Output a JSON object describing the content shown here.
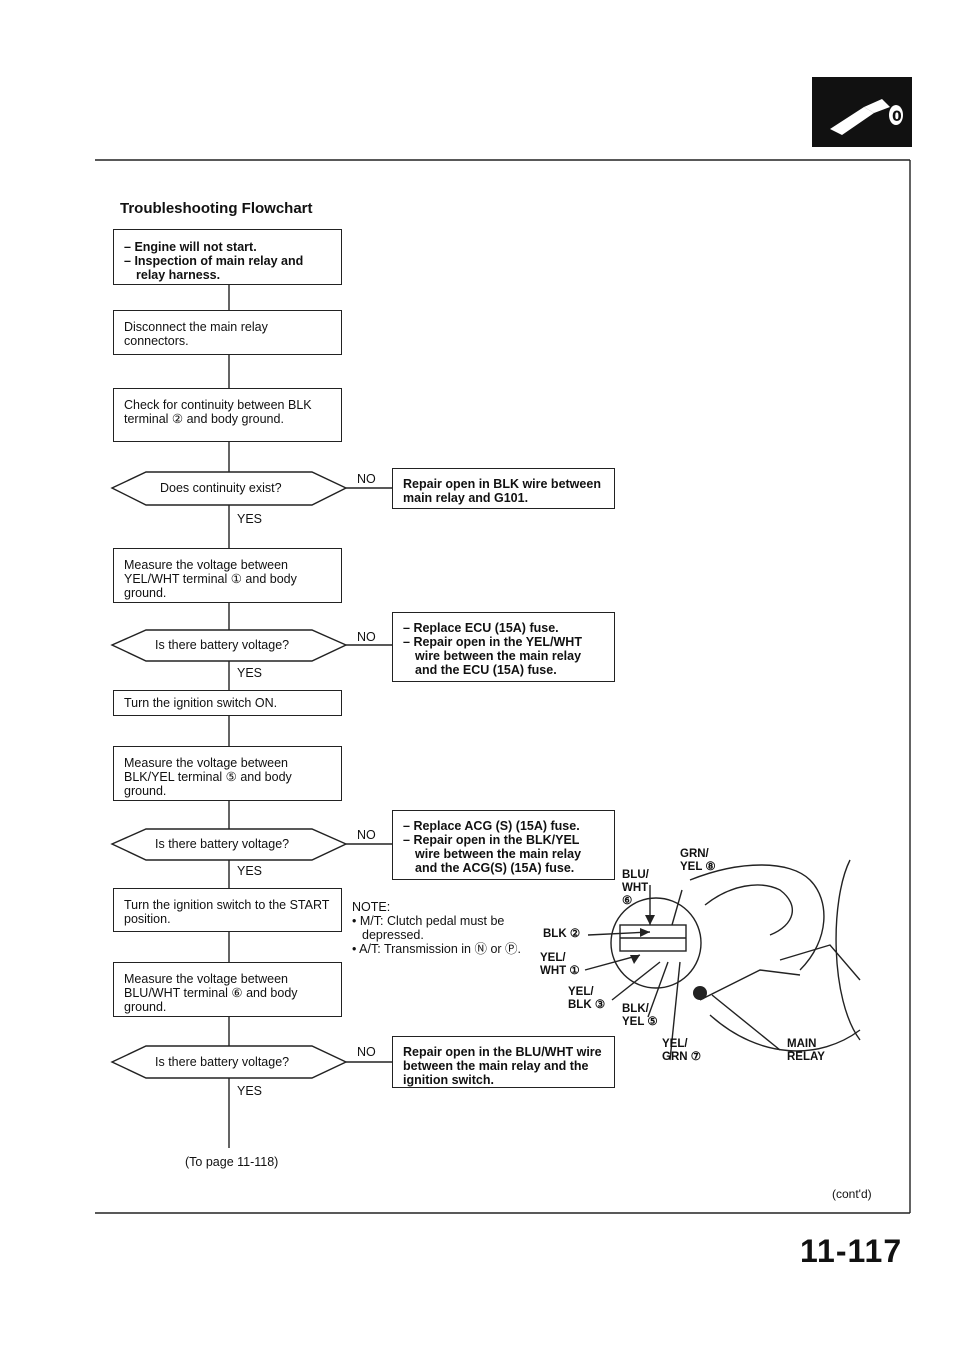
{
  "page_title": "Troubleshooting Flowchart",
  "start_box": [
    "Engine will not start.",
    "Inspection of main relay and relay harness."
  ],
  "steps": {
    "s1": "Disconnect the main relay connectors.",
    "s2": "Check for continuity between BLK terminal ② and body ground.",
    "s3": "Measure the voltage between YEL/WHT terminal ① and body ground.",
    "s4": "Turn the ignition switch ON.",
    "s5": "Measure the voltage between BLK/YEL terminal ⑤ and body ground.",
    "s6": "Turn the ignition switch to the START position.",
    "s7": "Measure the voltage between BLU/WHT terminal ⑥ and body ground."
  },
  "decisions": {
    "d1": "Does continuity exist?",
    "d2": "Is there battery voltage?",
    "d3": "Is there battery voltage?",
    "d4": "Is there battery voltage?"
  },
  "no_boxes": {
    "n1": [
      "Repair open in BLK wire between main relay and G101."
    ],
    "n2": [
      "Replace ECU (15A) fuse.",
      "Repair open in the YEL/WHT wire between the main relay and the ECU (15A) fuse."
    ],
    "n3": [
      "Replace ACG (S) (15A) fuse.",
      "Repair open in the BLK/YEL wire between the main relay and the ACG(S) (15A) fuse."
    ],
    "n4": [
      "Repair open in the BLU/WHT wire between the main relay and the ignition switch."
    ]
  },
  "branch": {
    "no": "NO",
    "yes": "YES"
  },
  "note": {
    "title": "NOTE:",
    "items": [
      "M/T: Clutch pedal must be depressed.",
      "A/T: Transmission in Ⓝ or Ⓟ."
    ]
  },
  "wires": {
    "blu_wht": "BLU/ WHT ⑥",
    "grn_yel": "GRN/ YEL ⑧",
    "blk2": "BLK ②",
    "yel_wht": "YEL/ WHT ①",
    "yel_blk": "YEL/ BLK ③",
    "blk_yel": "BLK/ YEL ⑤",
    "yel_grn": "YEL/ GRN ⑦",
    "main_relay": "MAIN RELAY"
  },
  "to_page": "(To page 11-118)",
  "contd": "(cont'd)",
  "page_number": "11-117"
}
